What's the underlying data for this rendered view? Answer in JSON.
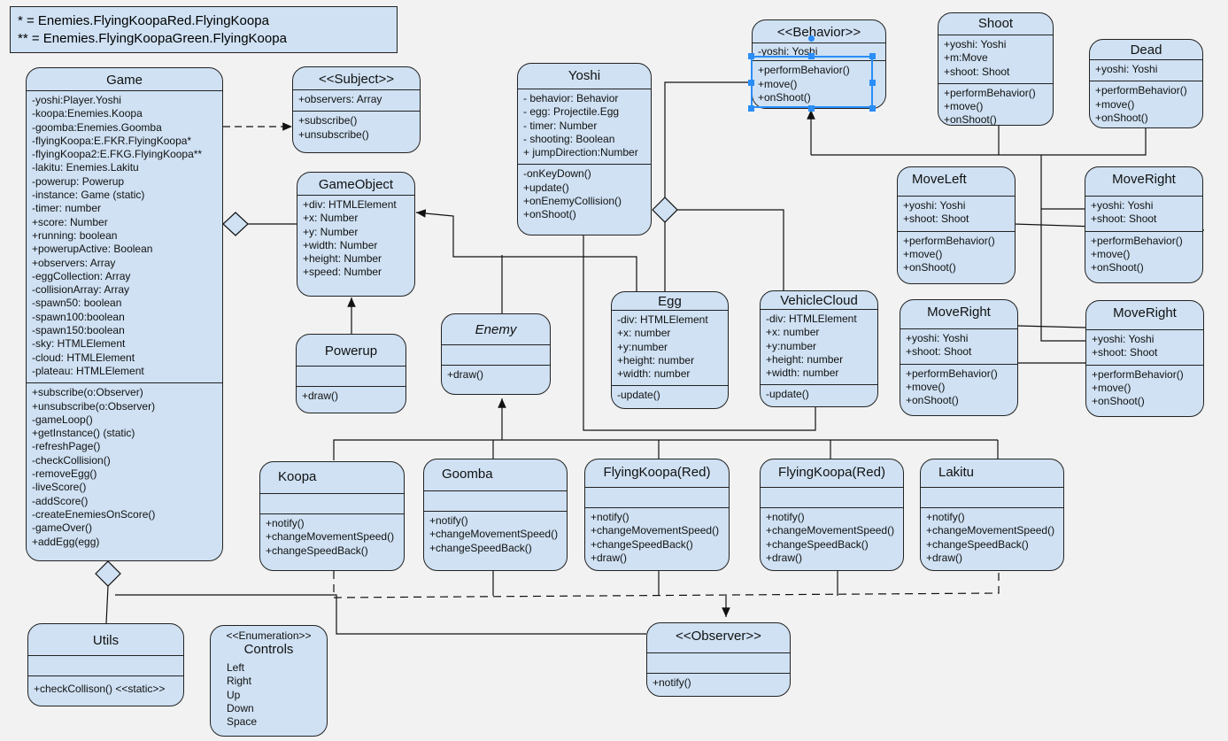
{
  "note": [
    "* = Enemies.FlyingKoopaRed.FlyingKoopa",
    "** = Enemies.FlyingKoopaGreen.FlyingKoopa"
  ],
  "classes": {
    "game": {
      "title": "Game",
      "attributes": [
        "-yoshi:Player.Yoshi",
        "-koopa:Enemies.Koopa",
        "-goomba:Enemies.Goomba",
        "-flyingKoopa:E.FKR.FlyingKoopa*",
        "-flyingKoopa2:E.FKG.FlyingKoopa**",
        "-lakitu: Enemies.Lakitu",
        "-powerup: Powerup",
        "-instance: Game (static)",
        "-timer: number",
        "+score: Number",
        "+running: boolean",
        "+powerupActive: Boolean",
        "+observers: Array",
        "-eggCollection: Array",
        "-collisionArray: Array",
        "-spawn50: boolean",
        "-spawn100:boolean",
        "-spawn150:boolean",
        "-sky: HTMLElement",
        "-cloud: HTMLElement",
        "-plateau: HTMLElement"
      ],
      "methods": [
        "+subscribe(o:Observer)",
        "+unsubscribe(o:Observer)",
        "-gameLoop()",
        "+getInstance() (static)",
        "-refreshPage()",
        "-checkCollision()",
        "-removeEgg()",
        "-liveScore()",
        "-addScore()",
        "-createEnemiesOnScore()",
        "-gameOver()",
        "+addEgg(egg)"
      ]
    },
    "subject": {
      "stereotype": "<<Subject>>",
      "attributes": [
        "+observers: Array"
      ],
      "methods": [
        "+subscribe()",
        "+unsubscribe()"
      ]
    },
    "gameobject": {
      "title": "GameObject",
      "attributes": [
        "+div: HTMLElement",
        "+x: Number",
        "+y: Number",
        "+width: Number",
        "+height: Number",
        "+speed: Number"
      ]
    },
    "powerup": {
      "title": "Powerup",
      "methods": [
        "+draw()"
      ]
    },
    "yoshi": {
      "title": "Yoshi",
      "attributes": [
        "- behavior: Behavior",
        "- egg: Projectile.Egg",
        "- timer: Number",
        "- shooting: Boolean",
        "+ jumpDirection:Number"
      ],
      "methods": [
        "-onKeyDown()",
        "+update()",
        "+onEnemyCollision()",
        "+onShoot()"
      ]
    },
    "behavior": {
      "stereotype": "<<Behavior>>",
      "attributes": [
        "-yoshi: Yoshi"
      ],
      "methods": [
        "+performBehavior()",
        "+move()",
        "+onShoot()"
      ]
    },
    "shoot": {
      "title": "Shoot",
      "attributes": [
        "+yoshi: Yoshi",
        "+m:Move",
        "+shoot: Shoot"
      ],
      "methods": [
        "+performBehavior()",
        "+move()",
        "+onShoot()"
      ]
    },
    "dead": {
      "title": "Dead",
      "attributes": [
        "+yoshi: Yoshi"
      ],
      "methods": [
        "+performBehavior()",
        "+move()",
        "+onShoot()"
      ]
    },
    "moveleft": {
      "title": "MoveLeft",
      "attributes": [
        "+yoshi: Yoshi",
        "+shoot: Shoot"
      ],
      "methods": [
        "+performBehavior()",
        "+move()",
        "+onShoot()"
      ]
    },
    "moveright1": {
      "title": "MoveRight",
      "attributes": [
        "+yoshi: Yoshi",
        "+shoot: Shoot"
      ],
      "methods": [
        "+performBehavior()",
        "+move()",
        "+onShoot()"
      ]
    },
    "moveright2": {
      "title": "MoveRight",
      "attributes": [
        "+yoshi: Yoshi",
        "+shoot: Shoot"
      ],
      "methods": [
        "+performBehavior()",
        "+move()",
        "+onShoot()"
      ]
    },
    "moveright3": {
      "title": "MoveRight",
      "attributes": [
        "+yoshi: Yoshi",
        "+shoot: Shoot"
      ],
      "methods": [
        "+performBehavior()",
        "+move()",
        "+onShoot()"
      ]
    },
    "enemy": {
      "title": "Enemy",
      "methods": [
        "+draw()"
      ]
    },
    "egg": {
      "title": "Egg",
      "attributes": [
        "-div: HTMLElement",
        "+x: number",
        "+y:number",
        "+height: number",
        "+width: number"
      ],
      "methods": [
        "-update()"
      ]
    },
    "vehiclecloud": {
      "title": "VehicleCloud",
      "attributes": [
        "-div: HTMLElement",
        "+x: number",
        "+y:number",
        "+height: number",
        "+width: number"
      ],
      "methods": [
        "-update()"
      ]
    },
    "koopa": {
      "title": "Koopa",
      "methods": [
        "+notify()",
        "+changeMovementSpeed()",
        "+changeSpeedBack()"
      ]
    },
    "goomba": {
      "title": "Goomba",
      "methods": [
        "+notify()",
        "+changeMovementSpeed()",
        "+changeSpeedBack()"
      ]
    },
    "flyingred1": {
      "title": "FlyingKoopa(Red)",
      "methods": [
        "+notify()",
        "+changeMovementSpeed()",
        "+changeSpeedBack()",
        "+draw()"
      ]
    },
    "flyingred2": {
      "title": "FlyingKoopa(Red)",
      "methods": [
        "+notify()",
        "+changeMovementSpeed()",
        "+changeSpeedBack()",
        "+draw()"
      ]
    },
    "lakitu": {
      "title": "Lakitu",
      "methods": [
        "+notify()",
        "+changeMovementSpeed()",
        "+changeSpeedBack()",
        "+draw()"
      ]
    },
    "utils": {
      "title": "Utils",
      "methods": [
        "+checkCollison() <<static>>"
      ]
    },
    "controls": {
      "stereotype": "<<Enumeration>>",
      "title": "Controls",
      "values": [
        "Left",
        "Right",
        "Up",
        "Down",
        "Space"
      ]
    },
    "observer": {
      "stereotype": "<<Observer>>",
      "methods": [
        "+notify()"
      ]
    }
  }
}
